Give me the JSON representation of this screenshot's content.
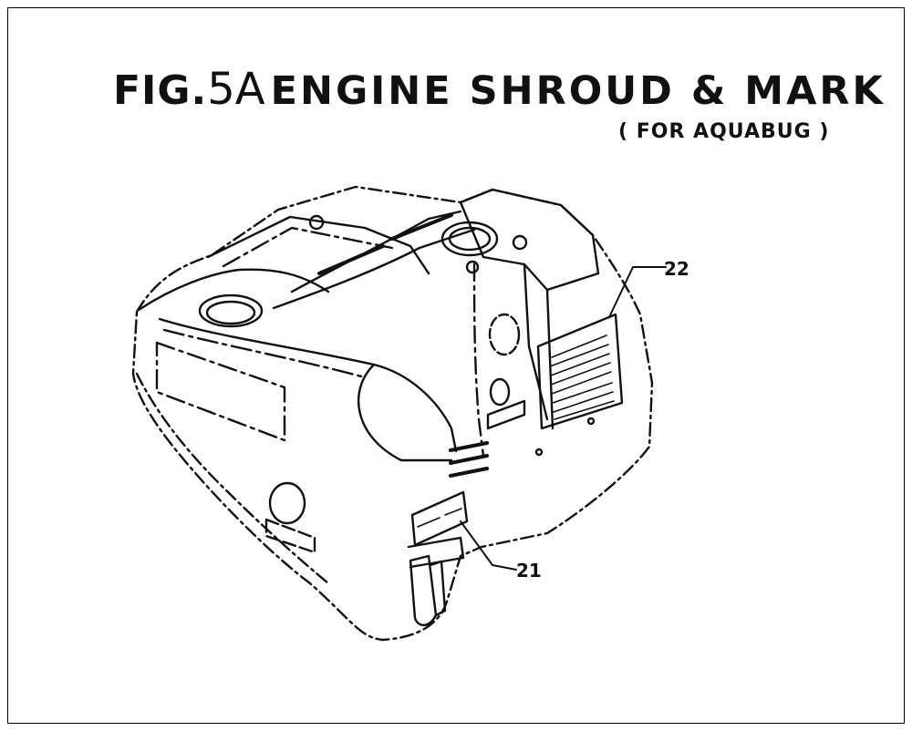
{
  "title": {
    "fig_prefix": "FIG.",
    "fig_number": "5A",
    "main": "ENGINE SHROUD & MARK"
  },
  "subtitle": "( FOR AQUABUG )",
  "callouts": [
    {
      "id": "22",
      "label": "22"
    },
    {
      "id": "21",
      "label": "21"
    }
  ],
  "colors": {
    "ink": "#111111",
    "paper": "#ffffff"
  }
}
